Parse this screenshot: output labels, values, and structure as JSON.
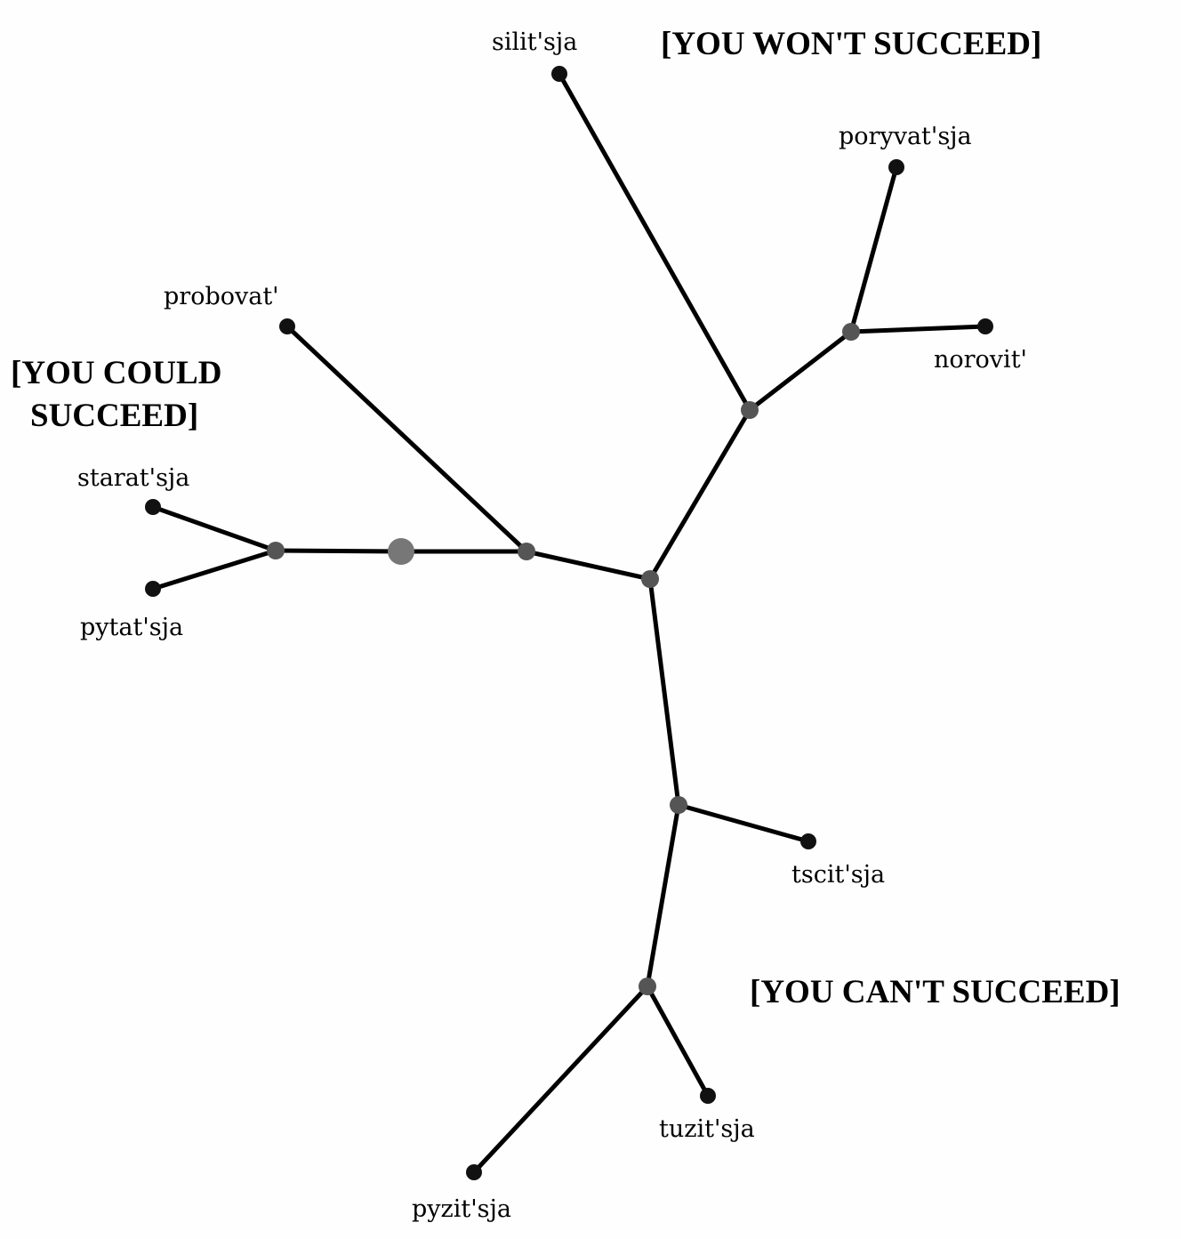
{
  "groups": {
    "could": {
      "line1": "[YOU COULD",
      "line2": "SUCCEED]"
    },
    "wont": {
      "text": "[YOU WON'T SUCCEED]"
    },
    "cant": {
      "text": "[YOU CAN'T SUCCEED]"
    }
  },
  "leaves": {
    "silit": "silit'sja",
    "poryvat": "poryvat'sja",
    "norovit": "norovit'",
    "probovat": "probovat'",
    "starat": "starat'sja",
    "pytat": "pytat'sja",
    "tscit": "tscit'sja",
    "tuzit": "tuzit'sja",
    "pyzit": "pyzit'sja"
  },
  "colors": {
    "edge": "#000000",
    "leaf_node": "#111111",
    "internal_node": "#555555",
    "root_node": "#777777",
    "background": "#fefefe"
  }
}
